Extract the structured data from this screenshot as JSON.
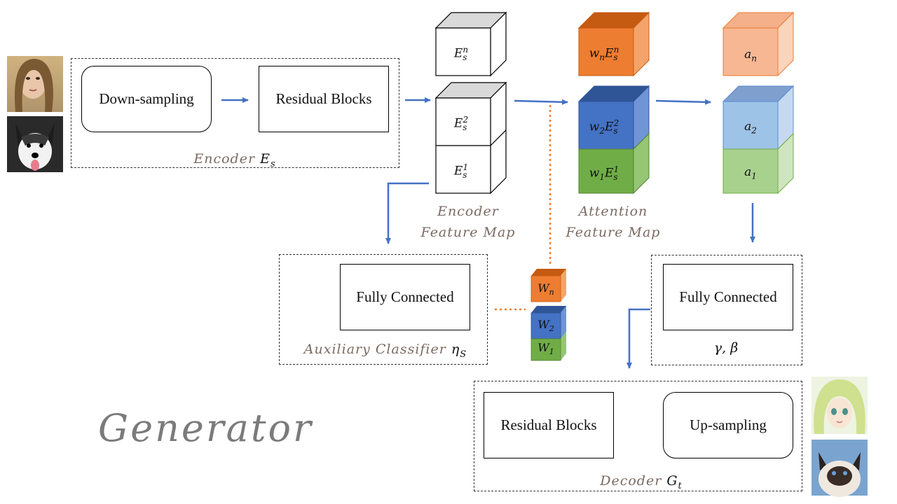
{
  "title": "Generator",
  "encoder": {
    "downsampling": "Down-sampling",
    "residual": "Residual Blocks",
    "caption": "Encoder",
    "caption_math": "E",
    "caption_sub": "s"
  },
  "encoder_feature_map": {
    "caption_line1": "Encoder",
    "caption_line2": "Feature Map",
    "cubes": [
      "E_s^n",
      "E_s^2",
      "E_s^1"
    ]
  },
  "attention_feature_map": {
    "caption_line1": "Attention",
    "caption_line2": "Feature Map",
    "cubes": [
      "w_n E_s^n",
      "w_2 E_s^2",
      "w_1 E_s^1"
    ]
  },
  "attention_output": {
    "cubes": [
      "a_n",
      "a_2",
      "a_1"
    ]
  },
  "auxiliary": {
    "fc": "Fully Connected",
    "caption": "Auxiliary Classifier",
    "caption_math": "η",
    "caption_sub": "S",
    "weights": [
      "W_n",
      "W_2",
      "W_1"
    ]
  },
  "fc_right": {
    "fc": "Fully Connected",
    "caption": "γ, β"
  },
  "decoder": {
    "residual": "Residual Blocks",
    "upsampling": "Up-sampling",
    "caption": "Decoder",
    "caption_math": "G",
    "caption_sub": "t"
  },
  "colors": {
    "orange": "#ED7D31",
    "blue": "#4472C4",
    "green": "#70AD47",
    "arrow": "#4472C4",
    "dotted": "#ED7D31"
  }
}
